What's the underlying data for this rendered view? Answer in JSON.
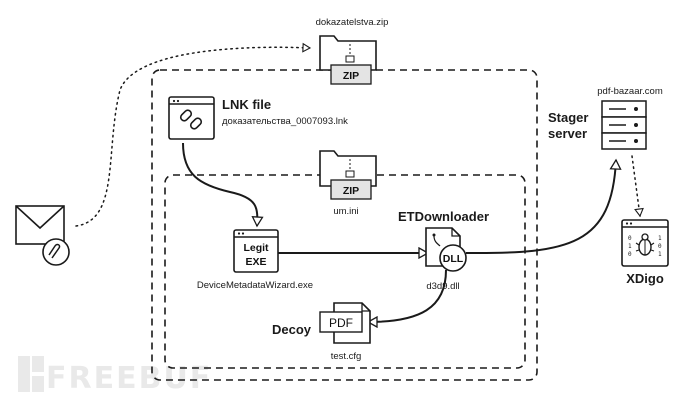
{
  "archive_outer": {
    "label": "dokazatelstva.zip",
    "badge": "ZIP"
  },
  "archive_inner": {
    "label": "um.ini",
    "badge": "ZIP"
  },
  "lnk": {
    "title": "LNK file",
    "filename": "доказательства_0007093.lnk"
  },
  "legit_exe": {
    "line1": "Legit",
    "line2": "EXE",
    "label": "DeviceMetadataWizard.exe"
  },
  "etdownloader": {
    "title": "ETDownloader",
    "badge": "DLL",
    "label": "d3d9.dll"
  },
  "decoy": {
    "title": "Decoy",
    "badge": "PDF",
    "label": "test.cfg"
  },
  "stager": {
    "title_line1": "Stager",
    "title_line2": "server",
    "domain": "pdf-bazaar.com"
  },
  "xdigo": {
    "title": "XDigo"
  },
  "watermark": {
    "text": "FREEBUF"
  },
  "icons": {
    "email": "email-attachment-icon",
    "zip": "zip-folder-icon",
    "lnk": "lnk-chain-link-icon",
    "exe": "legit-exe-icon",
    "dll": "dll-bomb-file-icon",
    "pdf": "pdf-document-icon",
    "server": "server-stack-icon",
    "malware": "bug-binary-icon"
  }
}
